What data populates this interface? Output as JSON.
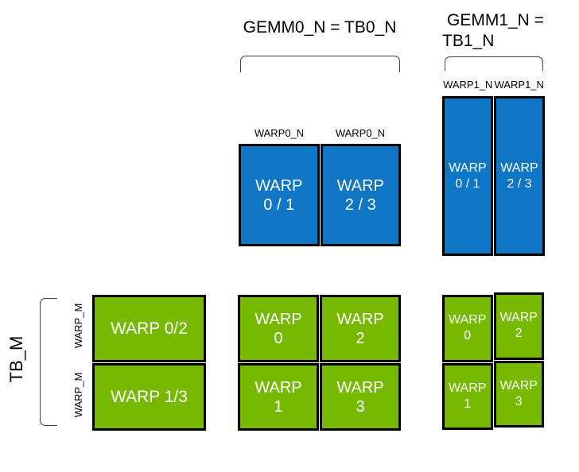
{
  "colors": {
    "background": "#FFFFFF",
    "blue": "#0E76C4",
    "green": "#76B900",
    "border": "#000000",
    "bracket": "#404040",
    "tile_text": "#FFFFFF",
    "label_text": "#000000"
  },
  "labels": {
    "gemm0_title": "GEMM0_N = TB0_N",
    "gemm1_title_line1": "GEMM1_N =",
    "gemm1_title_line2": "TB1_N",
    "tb_m": "TB_M",
    "warp_m_top": "WARP_M",
    "warp_m_bottom": "WARP_M",
    "warp0_n_left": "WARP0_N",
    "warp0_n_right": "WARP0_N",
    "warp1_n_left": "WARP1_N",
    "warp1_n_right": "WARP1_N"
  },
  "gemm0_n_warp_tiles": [
    {
      "line1": "WARP",
      "line2": "0 / 1"
    },
    {
      "line1": "WARP",
      "line2": "2 / 3"
    }
  ],
  "gemm1_n_warp_tiles": [
    {
      "line1": "WARP",
      "line2": "0 / 1"
    },
    {
      "line1": "WARP",
      "line2": "2 / 3"
    }
  ],
  "warp_m_tiles": [
    {
      "label": "WARP 0/2"
    },
    {
      "label": "WARP 1/3"
    }
  ],
  "gemm0_warp_grid": [
    {
      "line1": "WARP",
      "line2": "0"
    },
    {
      "line1": "WARP",
      "line2": "2"
    },
    {
      "line1": "WARP",
      "line2": "1"
    },
    {
      "line1": "WARP",
      "line2": "3"
    }
  ],
  "gemm1_warp_grid": [
    {
      "line1": "WARP",
      "line2": "0"
    },
    {
      "line1": "WARP",
      "line2": "2"
    },
    {
      "line1": "WARP",
      "line2": "1"
    },
    {
      "line1": "WARP",
      "line2": "3"
    }
  ]
}
